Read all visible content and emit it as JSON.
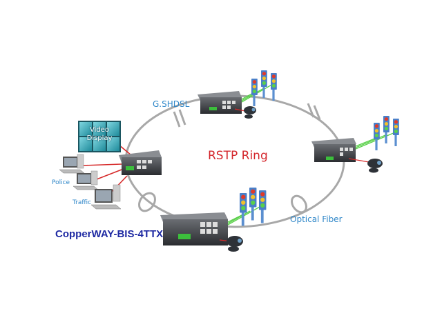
{
  "diagram": {
    "center_label": "RSTP Ring",
    "link_labels": {
      "copper": "G.SHDSL",
      "fiber": "Optical Fiber"
    },
    "product_name": "CopperWAY-BIS-4TTX",
    "video_display": {
      "line1": "Video",
      "line2": "Display"
    },
    "workstations": [
      {
        "label": ""
      },
      {
        "label": "Police"
      },
      {
        "label": "Traffic"
      }
    ],
    "nodes": [
      {
        "name": "switch-top",
        "devices": [
          "traffic-light",
          "traffic-light",
          "traffic-light",
          "camera"
        ]
      },
      {
        "name": "switch-right",
        "devices": [
          "traffic-light",
          "traffic-light",
          "traffic-light",
          "camera"
        ]
      },
      {
        "name": "switch-bottom",
        "devices": [
          "traffic-light",
          "traffic-light",
          "traffic-light",
          "camera"
        ]
      },
      {
        "name": "switch-left",
        "devices": [
          "video-display",
          "workstation",
          "workstation",
          "workstation"
        ]
      }
    ],
    "colors": {
      "ring": "#a8a8a8",
      "title": "#d4262c",
      "label": "#2e86c8",
      "product": "#1f2aa3",
      "copper_link": "#d62a2a",
      "fiber_link": "#5ad04a"
    }
  }
}
